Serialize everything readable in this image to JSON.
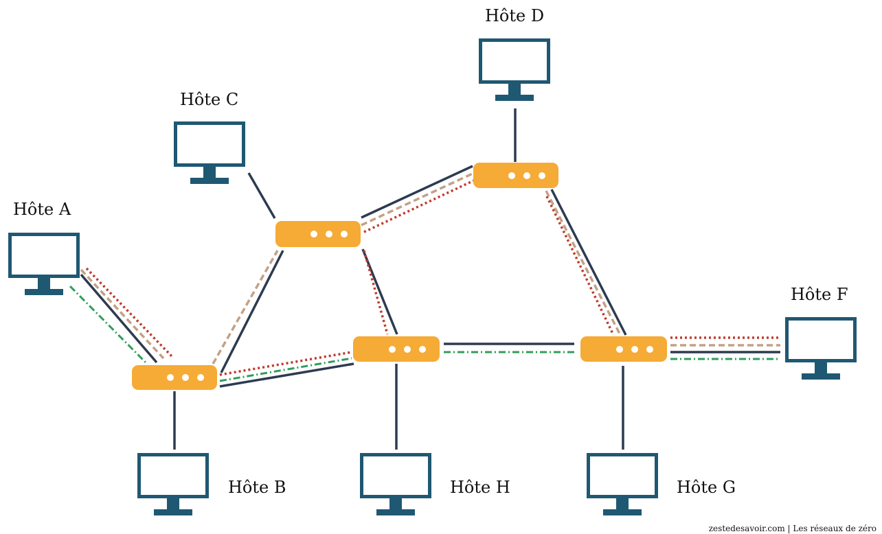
{
  "hosts": {
    "a": "Hôte A",
    "b": "Hôte B",
    "c": "Hôte C",
    "d": "Hôte D",
    "f": "Hôte F",
    "g": "Hôte G",
    "h": "Hôte H"
  },
  "credit": "zestedesavoir.com | Les réseaux de zéro",
  "colors": {
    "monitor": "#1f5872",
    "router": "#f5ab35",
    "link": "#2d3b50",
    "path_red": "#c0392b",
    "path_tan": "#c3a186",
    "path_green": "#2f9e5b"
  }
}
